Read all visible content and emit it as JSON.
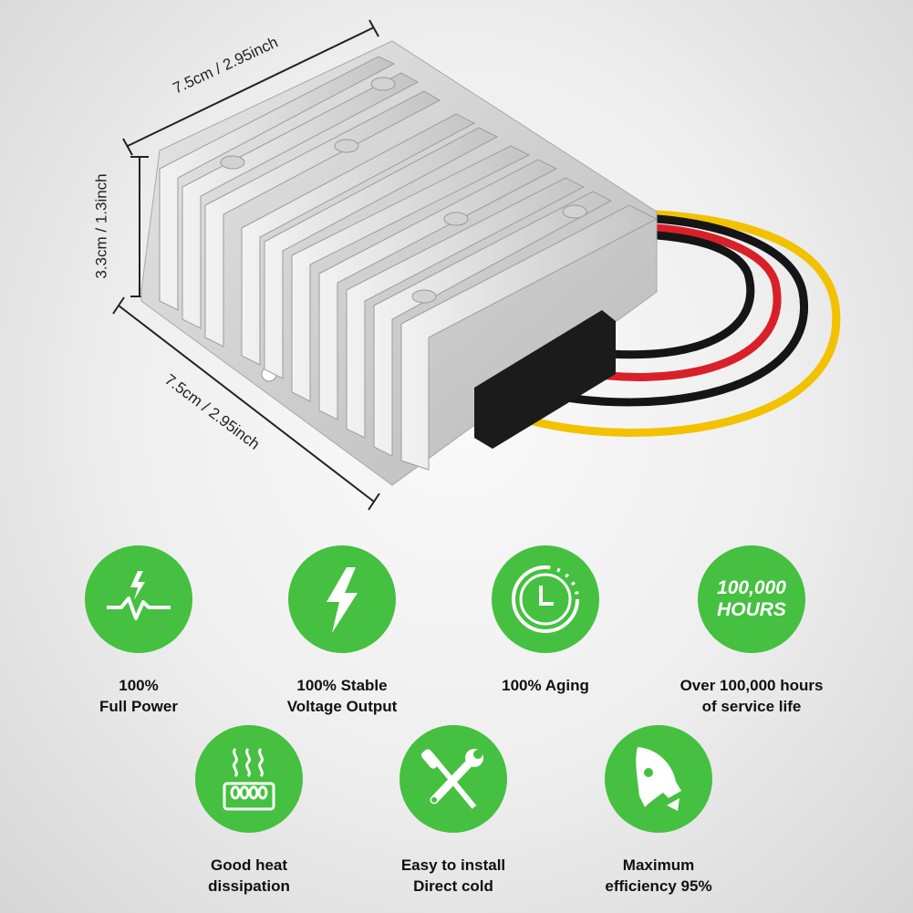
{
  "dimensions": {
    "top": "7.5cm / 2.95inch",
    "height": "3.3cm / 1.3inch",
    "bottom": "7.5cm / 2.95inch"
  },
  "colors": {
    "accent": "#45c040",
    "wire_red": "#d8202a",
    "wire_yellow": "#f2c200",
    "wire_black": "#151515"
  },
  "features": [
    {
      "icon": "power-pulse-icon",
      "line1": "100%",
      "line2": "Full Power"
    },
    {
      "icon": "lightning-bolt-icon",
      "line1": "100% Stable",
      "line2": "Voltage Output"
    },
    {
      "icon": "clock-icon",
      "line1": "100% Aging",
      "line2": ""
    },
    {
      "icon": "hours-badge-icon",
      "badge1": "100,000",
      "badge2": "HOURS",
      "line1": "Over 100,000 hours",
      "line2": "of service life"
    },
    {
      "icon": "heat-dissipation-icon",
      "line1": "Good heat",
      "line2": "dissipation"
    },
    {
      "icon": "tools-icon",
      "line1": "Easy to install",
      "line2": "Direct cold"
    },
    {
      "icon": "rocket-icon",
      "line1": "Maximum",
      "line2": "efficiency 95%"
    }
  ]
}
